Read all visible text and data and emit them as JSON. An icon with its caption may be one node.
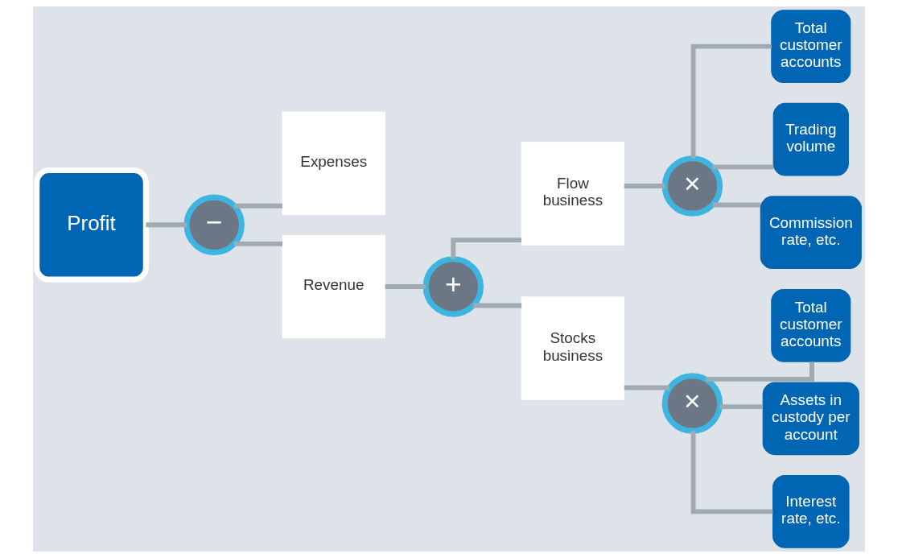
{
  "diagram": {
    "nodes": [
      {
        "text": [
          "Profit"
        ]
      },
      {
        "text": [
          "−"
        ]
      },
      {
        "text": [
          "Expenses"
        ]
      },
      {
        "text": [
          "Revenue"
        ]
      },
      {
        "text": [
          "+"
        ]
      },
      {
        "text": [
          "Flow business"
        ]
      },
      {
        "text": [
          "Stocks business"
        ]
      },
      {
        "text": [
          "×"
        ]
      },
      {
        "text": [
          "×"
        ]
      },
      {
        "text": [
          "Total customer accounts"
        ]
      },
      {
        "text": [
          "Trading volume"
        ]
      },
      {
        "text": [
          "Commission rate, etc."
        ]
      },
      {
        "text": [
          "Total customer accounts"
        ]
      },
      {
        "text": [
          "Assets in custody per account"
        ]
      },
      {
        "text": [
          "Interest rate, etc."
        ]
      }
    ],
    "edges": [
      {
        "from": 0,
        "to": 1,
        "arrow": "none"
      },
      {
        "from": 1,
        "to": 2,
        "arrow": "none"
      },
      {
        "from": 1,
        "to": 3,
        "arrow": "none"
      },
      {
        "from": 3,
        "to": 4,
        "arrow": "none"
      },
      {
        "from": 4,
        "to": 5,
        "arrow": "none"
      },
      {
        "from": 4,
        "to": 6,
        "arrow": "none"
      },
      {
        "from": 5,
        "to": 7,
        "arrow": "none"
      },
      {
        "from": 7,
        "to": 9,
        "arrow": "none"
      },
      {
        "from": 7,
        "to": 10,
        "arrow": "none"
      },
      {
        "from": 7,
        "to": 11,
        "arrow": "none"
      },
      {
        "from": 6,
        "to": 8,
        "arrow": "none"
      },
      {
        "from": 8,
        "to": 12,
        "arrow": "none"
      },
      {
        "from": 8,
        "to": 13,
        "arrow": "none"
      },
      {
        "from": 8,
        "to": 14,
        "arrow": "none"
      }
    ]
  }
}
